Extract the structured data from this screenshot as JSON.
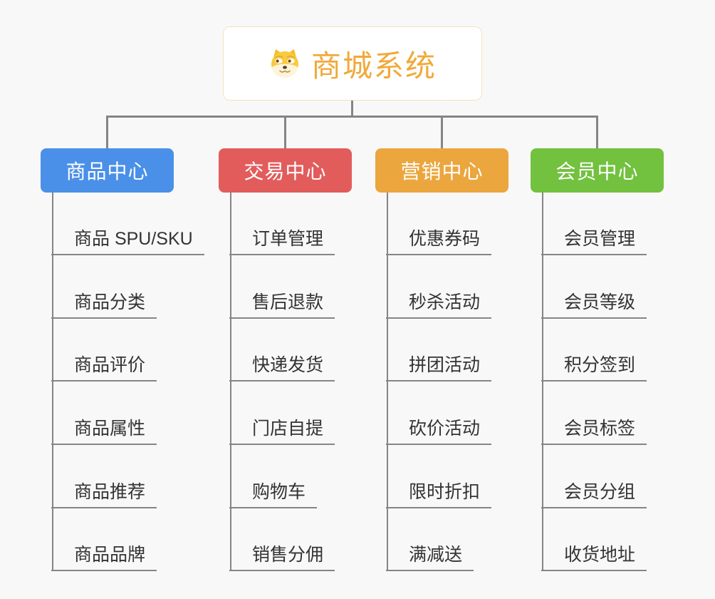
{
  "root": {
    "title": "商城系统",
    "icon": "doge-dog-icon"
  },
  "colors": {
    "background": "#f8f8f8",
    "connector": "#858585",
    "root_text": "#f0a93a",
    "root_border": "#f0c277",
    "child_text": "#333333"
  },
  "branches": [
    {
      "label": "商品中心",
      "color": "#4a90e8",
      "children": [
        "商品 SPU/SKU",
        "商品分类",
        "商品评价",
        "商品属性",
        "商品推荐",
        "商品品牌"
      ]
    },
    {
      "label": "交易中心",
      "color": "#e25c5c",
      "children": [
        "订单管理",
        "售后退款",
        "快递发货",
        "门店自提",
        "购物车",
        "销售分佣"
      ]
    },
    {
      "label": "营销中心",
      "color": "#eba63e",
      "children": [
        "优惠券码",
        "秒杀活动",
        "拼团活动",
        "砍价活动",
        "限时折扣",
        "满减送"
      ]
    },
    {
      "label": "会员中心",
      "color": "#72c13f",
      "children": [
        "会员管理",
        "会员等级",
        "积分签到",
        "会员标签",
        "会员分组",
        "收货地址"
      ]
    }
  ]
}
